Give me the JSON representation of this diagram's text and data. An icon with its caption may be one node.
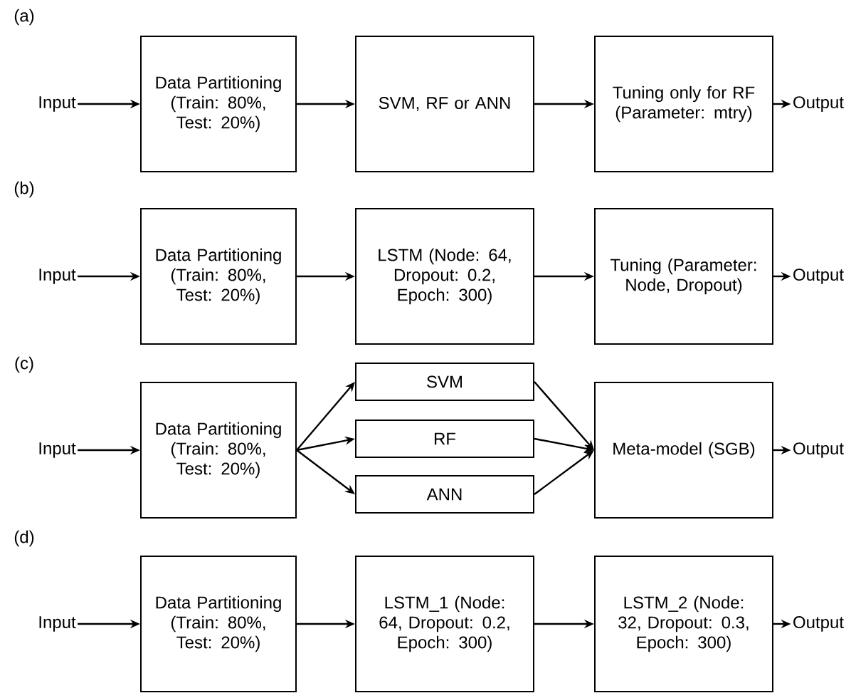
{
  "diagram": {
    "nodes": [
      {
        "text": [
          "Input"
        ]
      },
      {
        "text": [
          "Data Partitioning (Train: 80%, Test: 20%)"
        ]
      },
      {
        "text": [
          "SVM, RF or ANN"
        ]
      },
      {
        "text": [
          "Tuning only for RF (Parameter: mtry)"
        ]
      },
      {
        "text": [
          "Output"
        ]
      },
      {
        "text": [
          "Input"
        ]
      },
      {
        "text": [
          "Data Partitioning (Train: 80%, Test: 20%)"
        ]
      },
      {
        "text": [
          "LSTM (Node: 64, Dropout: 0.2, Epoch: 300)"
        ]
      },
      {
        "text": [
          "Tuning (Parameter: Node, Dropout)"
        ]
      },
      {
        "text": [
          "Output"
        ]
      },
      {
        "text": [
          "Input"
        ]
      },
      {
        "text": [
          "Data Partitioning (Train: 80%, Test: 20%)"
        ]
      },
      {
        "text": [
          "SVM"
        ]
      },
      {
        "text": [
          "RF"
        ]
      },
      {
        "text": [
          "ANN"
        ]
      },
      {
        "text": [
          "Meta-model (SGB)"
        ]
      },
      {
        "text": [
          "Output"
        ]
      },
      {
        "text": [
          "Input"
        ]
      },
      {
        "text": [
          "Data Partitioning (Train: 80%, Test: 20%)"
        ]
      },
      {
        "text": [
          "LSTM_1 (Node: 64, Dropout: 0.2, Epoch: 300)"
        ]
      },
      {
        "text": [
          "LSTM_2 (Node: 32, Dropout: 0.3, Epoch: 300)"
        ]
      },
      {
        "text": [
          "Output"
        ]
      }
    ],
    "edges": [
      {
        "from": 0,
        "to": 1,
        "arrow": "to"
      },
      {
        "from": 1,
        "to": 2,
        "arrow": "to"
      },
      {
        "from": 2,
        "to": 3,
        "arrow": "to"
      },
      {
        "from": 3,
        "to": 4,
        "arrow": "to"
      },
      {
        "from": 5,
        "to": 6,
        "arrow": "to"
      },
      {
        "from": 6,
        "to": 7,
        "arrow": "to"
      },
      {
        "from": 7,
        "to": 8,
        "arrow": "to"
      },
      {
        "from": 8,
        "to": 9,
        "arrow": "to"
      },
      {
        "from": 10,
        "to": 11,
        "arrow": "to"
      },
      {
        "from": 11,
        "to": 12,
        "arrow": "to"
      },
      {
        "from": 11,
        "to": 13,
        "arrow": "to"
      },
      {
        "from": 11,
        "to": 14,
        "arrow": "to"
      },
      {
        "from": 12,
        "to": 15,
        "arrow": "to"
      },
      {
        "from": 13,
        "to": 15,
        "arrow": "to"
      },
      {
        "from": 14,
        "to": 15,
        "arrow": "to"
      },
      {
        "from": 15,
        "to": 16,
        "arrow": "to"
      },
      {
        "from": 17,
        "to": 18,
        "arrow": "to"
      },
      {
        "from": 18,
        "to": 19,
        "arrow": "to"
      },
      {
        "from": 19,
        "to": 20,
        "arrow": "to"
      },
      {
        "from": 20,
        "to": 21,
        "arrow": "to"
      }
    ],
    "labels": [
      "(a)",
      "(b)",
      "(c)",
      "(d)"
    ]
  }
}
